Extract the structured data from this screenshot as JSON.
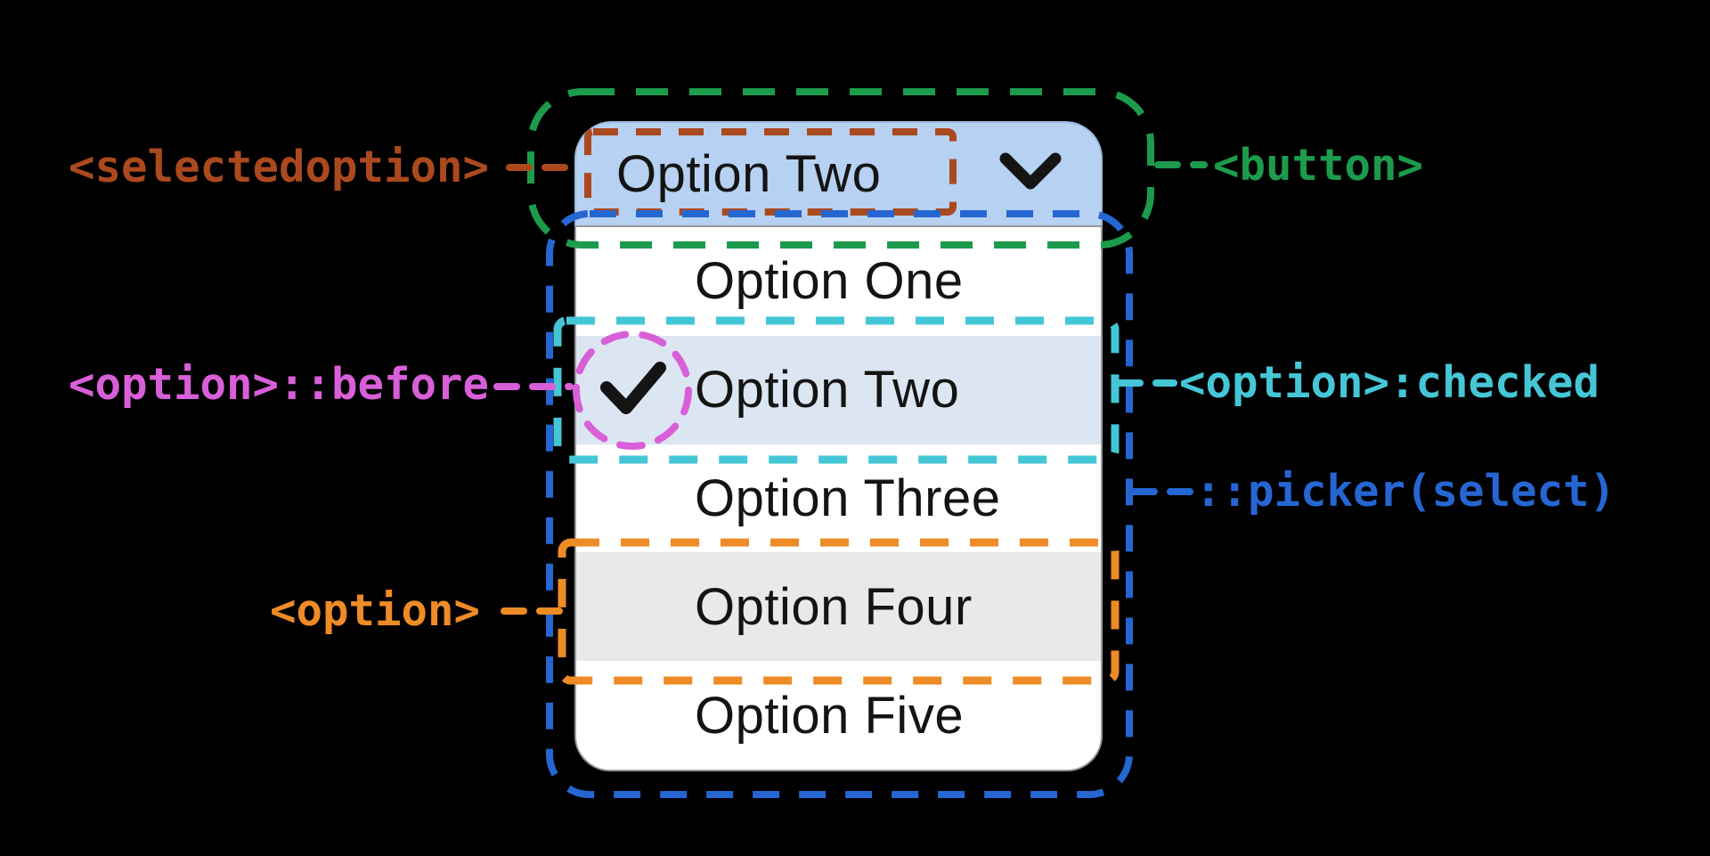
{
  "colors": {
    "background": "#000000",
    "button_fill": "#b6d1f1",
    "button_border": "#9dbbe2",
    "popup_fill": "#ffffff",
    "popup_border": "#97999d",
    "checked_row_fill": "#dce6f2",
    "hover_row_fill": "#e9e9e9",
    "text_dark": "#141414",
    "green": "#1c9b4d",
    "rust": "#ab491e",
    "magenta": "#d95fd9",
    "cyan": "#45c6d6",
    "blue": "#2566d2",
    "orange": "#ee8b26"
  },
  "select": {
    "button_value": "Option Two",
    "options": [
      {
        "label": "Option One",
        "state": "normal"
      },
      {
        "label": "Option Two",
        "state": "checked"
      },
      {
        "label": "Option Three",
        "state": "normal"
      },
      {
        "label": "Option Four",
        "state": "hover"
      },
      {
        "label": "Option Five",
        "state": "normal"
      }
    ]
  },
  "annotations": {
    "selectedoption": "<selectedoption>",
    "button": "<button>",
    "option_before": "<option>::before",
    "option_checked": "<option>:checked",
    "picker": "::picker(select)",
    "option": "<option>"
  }
}
